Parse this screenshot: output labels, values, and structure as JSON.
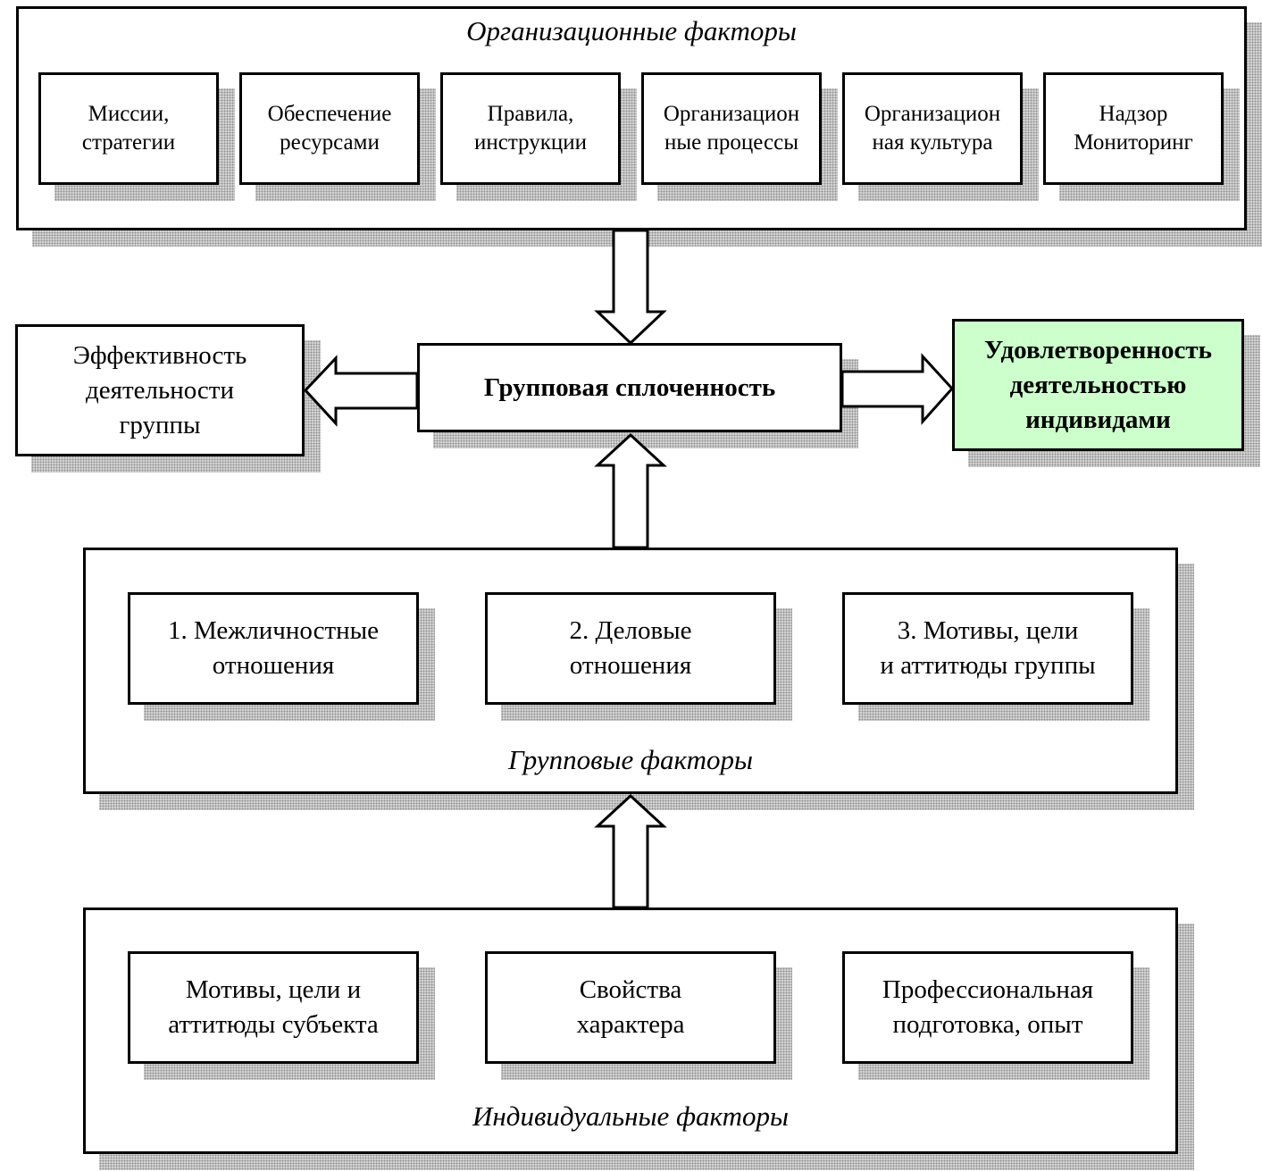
{
  "organizational": {
    "title": "Организационные факторы",
    "items": [
      "Миссии,\nстратегии",
      "Обеспечение\nресурсами",
      "Правила,\nинструкции",
      "Организацион\nные процессы",
      "Организацион\nная культура",
      "Надзор\nМониторинг"
    ]
  },
  "center": {
    "effectiveness": "Эффективность\nдеятельности\nгруппы",
    "cohesion": "Групповая сплоченность",
    "satisfaction": "Удовлетворенность\nдеятельностью\nиндивидами"
  },
  "group": {
    "title": "Групповые факторы",
    "items": [
      "1. Межличностные\nотношения",
      "2. Деловые\nотношения",
      "3. Мотивы, цели\nи аттитюды группы"
    ]
  },
  "individual": {
    "title": "Индивидуальные факторы",
    "items": [
      "Мотивы, цели и\nаттитюды субъекта",
      "Свойства\nхарактера",
      "Профессиональная\nподготовка, опыт"
    ]
  },
  "colors": {
    "highlight_fill": "#ccffcc",
    "shadow": "#d9d9d9",
    "border": "#000000"
  }
}
